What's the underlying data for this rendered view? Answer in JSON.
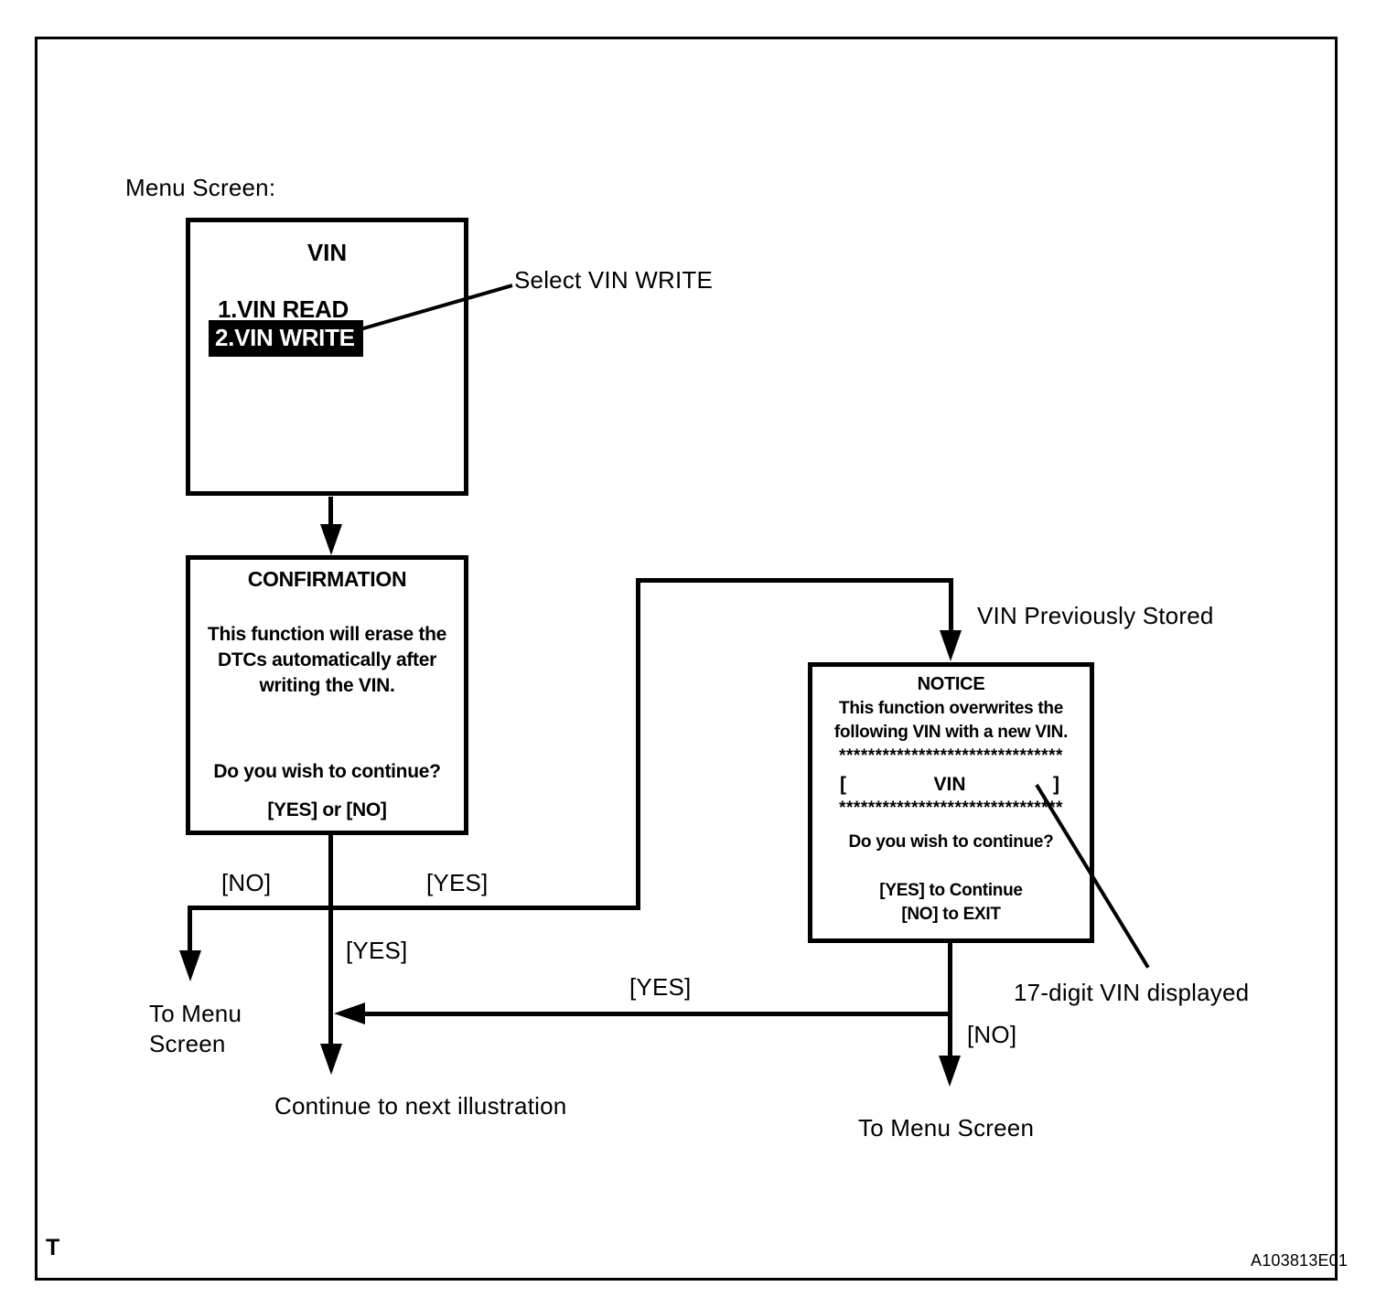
{
  "page": {
    "menu_screen_label": "Menu Screen:",
    "footer_mark": "T",
    "figure_code": "A103813E01"
  },
  "menu_box": {
    "title": "VIN",
    "item_read": "1.VIN READ",
    "item_write": "2.VIN WRITE"
  },
  "confirmation_box": {
    "title": "CONFIRMATION",
    "line1": "This function will erase the",
    "line2": "DTCs automatically after",
    "line3": "writing the VIN.",
    "question": "Do you wish to continue?",
    "options": "[YES] or [NO]"
  },
  "notice_box": {
    "title": "NOTICE",
    "line1": "This function overwrites the",
    "line2": "following VIN with a new VIN.",
    "stars_top": "*******************************",
    "bracket_open": "[",
    "vin_label": "VIN",
    "bracket_close": "]",
    "stars_bottom": "*******************************",
    "question": "Do you wish to continue?",
    "yes_option": "[YES] to Continue",
    "no_option": "[NO] to EXIT"
  },
  "branch_labels": {
    "conf_no": "[NO]",
    "conf_yes": "[YES]",
    "conf_yes_down": "[YES]",
    "notice_yes": "[YES]",
    "notice_no": "[NO]"
  },
  "annotations": {
    "select_vin_write": "Select VIN WRITE",
    "vin_previously_stored": "VIN Previously Stored",
    "seventeen_digit_vin": "17-digit VIN displayed",
    "continue_next_illustration": "Continue to next illustration",
    "to_menu_screen_left_line1": "To Menu",
    "to_menu_screen_left_line2": "Screen",
    "to_menu_screen_right": "To Menu Screen"
  },
  "colors": {
    "ink": "#000000",
    "paper": "#ffffff"
  }
}
